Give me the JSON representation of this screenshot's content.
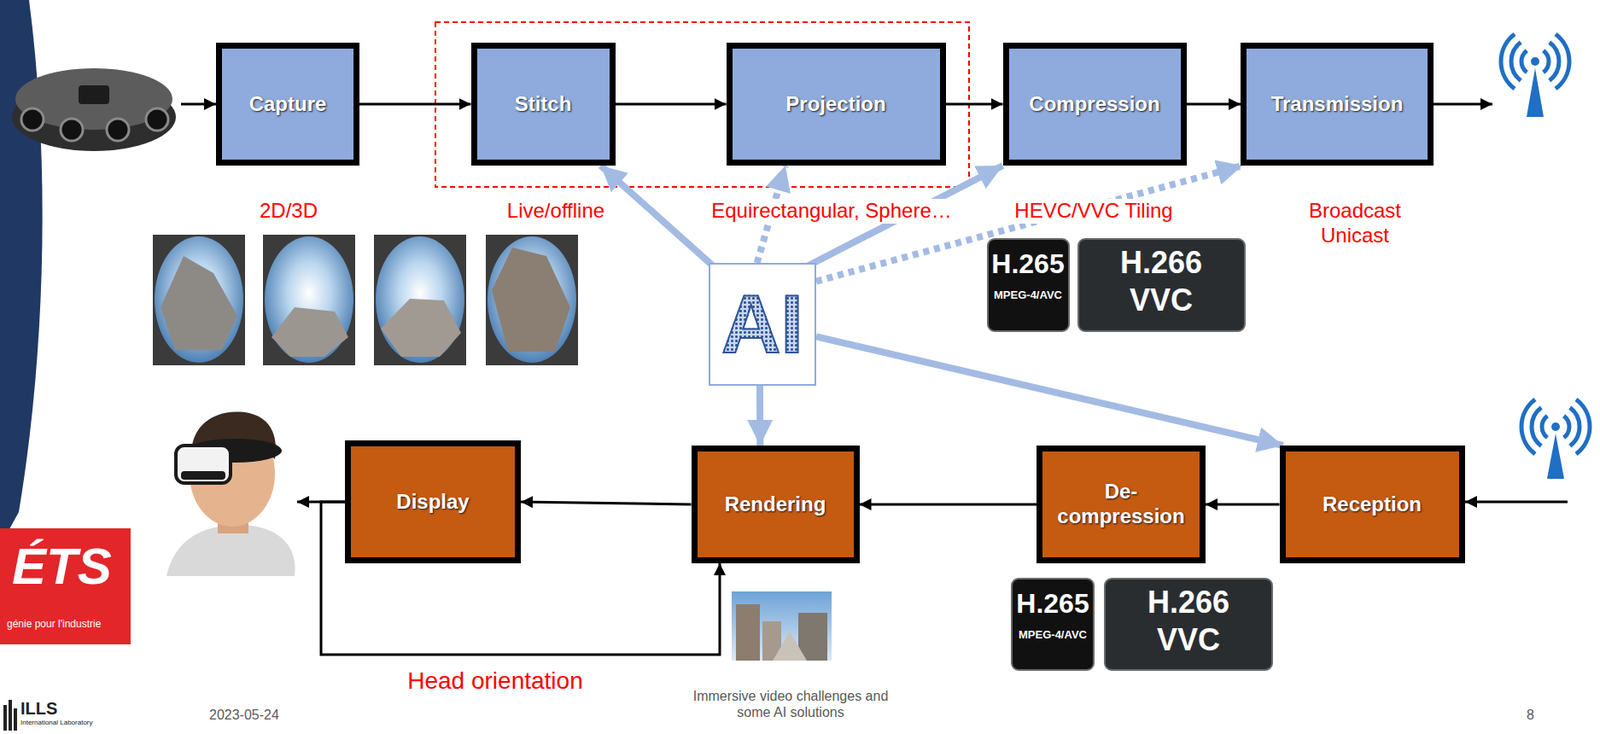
{
  "diagram": {
    "nodes": [
      {
        "text": [
          "Capture"
        ]
      },
      {
        "text": [
          "Stitch"
        ]
      },
      {
        "text": [
          "Projection"
        ]
      },
      {
        "text": [
          "Compression"
        ]
      },
      {
        "text": [
          "Transmission"
        ]
      },
      {
        "text": [
          "AI"
        ]
      },
      {
        "text": [
          "Display"
        ]
      },
      {
        "text": [
          "Rendering"
        ]
      },
      {
        "text": [
          "De-compression"
        ]
      },
      {
        "text": [
          "Reception"
        ]
      }
    ],
    "edges": [
      {
        "from": 0,
        "to": 1,
        "arrow": "to"
      },
      {
        "from": 1,
        "to": 2,
        "arrow": "to"
      },
      {
        "from": 2,
        "to": 3,
        "arrow": "to"
      },
      {
        "from": 3,
        "to": 4,
        "arrow": "to"
      },
      {
        "from": 9,
        "to": 8,
        "arrow": "to"
      },
      {
        "from": 8,
        "to": 7,
        "arrow": "to"
      },
      {
        "from": 7,
        "to": 6,
        "arrow": "to"
      },
      {
        "from": 6,
        "to": 7,
        "arrow": "to"
      },
      {
        "from": 5,
        "to": 1,
        "arrow": "to"
      },
      {
        "from": 5,
        "to": 2,
        "arrow": "to"
      },
      {
        "from": 5,
        "to": 3,
        "arrow": "to"
      },
      {
        "from": 5,
        "to": 4,
        "arrow": "to"
      },
      {
        "from": 5,
        "to": 9,
        "arrow": "to"
      },
      {
        "from": 5,
        "to": 7,
        "arrow": "to"
      }
    ],
    "labels": [
      "2D/3D",
      "Live/offline",
      "Equirectangular, Sphere…",
      "HEVC/VVC Tiling",
      "H.265",
      "MPEG-4/AVC",
      "H.266",
      "VVC",
      "Broadcast Unicast",
      "H.265",
      "MPEG-4/AVC",
      "H.266",
      "VVC",
      "Head orientation",
      "ÉTS",
      "génie pour l'industrie",
      "ILLS",
      "International Laboratory",
      "2023-05-24",
      "Immersive video challenges and some AI solutions",
      "8"
    ]
  }
}
